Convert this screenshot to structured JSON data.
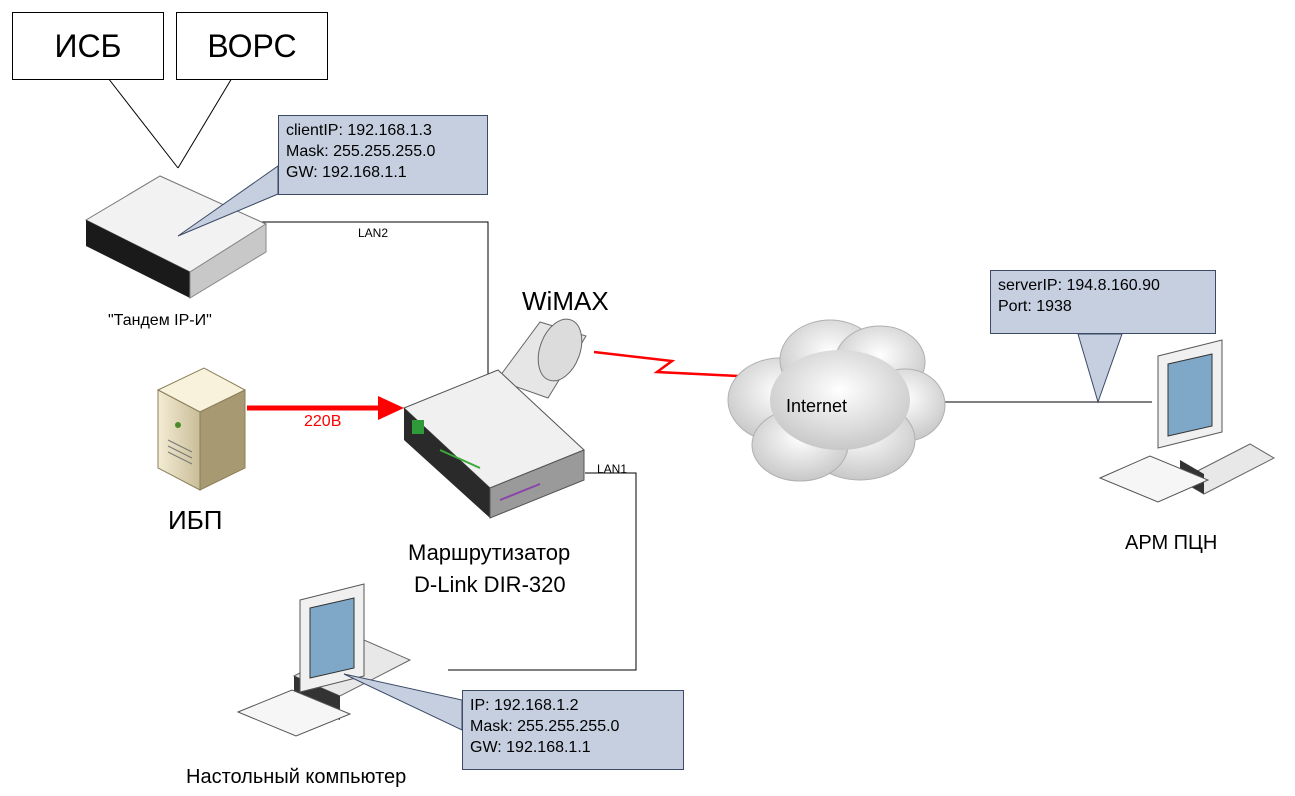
{
  "boxes": {
    "isb": "ИСБ",
    "vors": "ВОРС"
  },
  "callouts": {
    "tandem": [
      "clientIP: 192.168.1.3",
      "Mask: 255.255.255.0",
      "GW: 192.168.1.1"
    ],
    "server": [
      "serverIP: 194.8.160.90",
      "Port: 1938"
    ],
    "desktop": [
      "IP: 192.168.1.2",
      "Mask: 255.255.255.0",
      "GW: 192.168.1.1"
    ]
  },
  "labels": {
    "tandem": "\"Тандем IP-И\"",
    "lan2": "LAN2",
    "lan1": "LAN1",
    "wimax": "WiMAX",
    "internet": "Internet",
    "power": "220В",
    "ups": "ИБП",
    "router_line1": "Маршрутизатор",
    "router_line2": "D-Link DIR-320",
    "arm": "АРМ ПЦН",
    "desktop": "Настольный компьютер"
  },
  "colors": {
    "power_line": "#ff0000",
    "lightning": "#ff0000",
    "callout_fill": "#c5cfe0",
    "callout_border": "#3c4a66",
    "cloud": "#d4d4d4"
  },
  "icons": {
    "tandem_device": "network-box-icon",
    "router": "router-icon",
    "ups": "server-tower-icon",
    "cloud": "cloud-icon",
    "pc": "desktop-computer-icon",
    "wireless": "lightning-icon"
  }
}
